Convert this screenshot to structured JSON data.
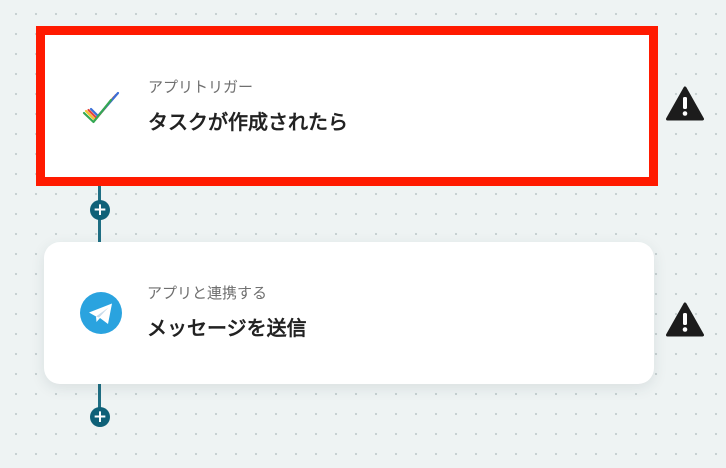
{
  "flow": {
    "steps": [
      {
        "subtitle": "アプリトリガー",
        "title": "タスクが作成されたら",
        "app_icon": "todoist-checkmark-icon",
        "warning_icon": "warning-icon",
        "selected": true
      },
      {
        "subtitle": "アプリと連携する",
        "title": "メッセージを送信",
        "app_icon": "telegram-icon",
        "warning_icon": "warning-icon",
        "selected": false
      }
    ],
    "add_step_label": "+"
  },
  "colors": {
    "highlight_border": "#ff1a00",
    "connector": "#1f6e83",
    "add_button": "#0f6178",
    "telegram_blue": "#2aa3df",
    "warning": "#1c1c1c"
  }
}
